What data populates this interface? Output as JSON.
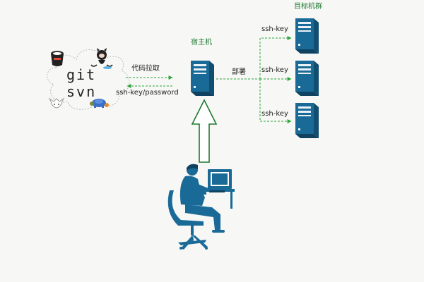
{
  "source_repo": {
    "line1": "git",
    "line2": "svn",
    "icons": [
      "bucket-icon",
      "github-octocat-icon",
      "gitlab-fox-icon",
      "svn-turtle-icon"
    ]
  },
  "arrows": {
    "pull_label": "代码拉取",
    "auth_label": "ssh-key/password",
    "deploy_label": "部署"
  },
  "host": {
    "title": "宿主机"
  },
  "targets": {
    "title": "目标机群",
    "links": [
      "ssh-key",
      "ssh-key",
      "ssh-key"
    ]
  },
  "colors": {
    "server_blue": "#1a6a97",
    "arrow_green": "#2aa53a",
    "label_green": "#1d7a2f",
    "person_blue": "#1a6a97"
  }
}
